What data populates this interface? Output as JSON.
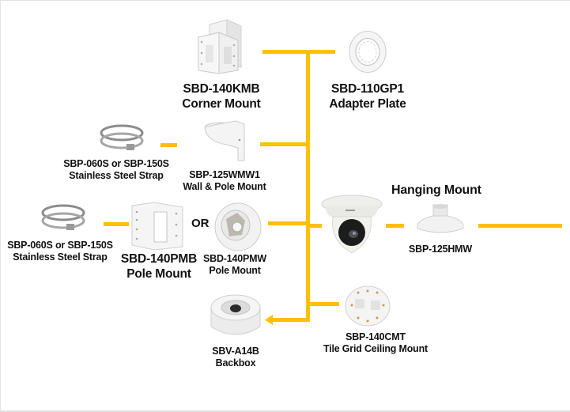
{
  "diagram": {
    "title": "Hanging Mount",
    "connector_color": "#ffc000",
    "center_product": {
      "name": "Dome camera",
      "icon": "dome-camera-icon"
    },
    "products": [
      {
        "id": "corner",
        "model": "SBD-140KMB",
        "desc": "Corner Mount",
        "icon": "corner-mount-icon"
      },
      {
        "id": "adapter",
        "model": "SBD-110GP1",
        "desc": "Adapter Plate",
        "icon": "adapter-plate-icon"
      },
      {
        "id": "strap1",
        "model": "SBP-060S or SBP-150S",
        "desc": "Stainless Steel Strap",
        "icon": "steel-strap-icon"
      },
      {
        "id": "wallpole",
        "model": "SBP-125WMW1",
        "desc": "Wall & Pole Mount",
        "icon": "wall-pole-mount-icon"
      },
      {
        "id": "strap2",
        "model": "SBP-060S or SBP-150S",
        "desc": "Stainless Steel Strap",
        "icon": "steel-strap-icon"
      },
      {
        "id": "polepmb",
        "model": "SBD-140PMB",
        "desc": "Pole Mount",
        "icon": "pole-mount-bracket-icon"
      },
      {
        "id": "polepmw",
        "model": "SBD-140PMW",
        "desc": "Pole Mount",
        "icon": "pole-mount-box-icon"
      },
      {
        "id": "hanging",
        "model": "SBP-125HMW",
        "desc": "",
        "icon": "hanging-mount-icon"
      },
      {
        "id": "backbox",
        "model": "SBV-A14B",
        "desc": "Backbox",
        "icon": "backbox-icon"
      },
      {
        "id": "ceiling",
        "model": "SBP-140CMT",
        "desc": "Tile Grid Ceiling Mount",
        "icon": "ceiling-mount-icon"
      }
    ],
    "or_label": "OR"
  }
}
